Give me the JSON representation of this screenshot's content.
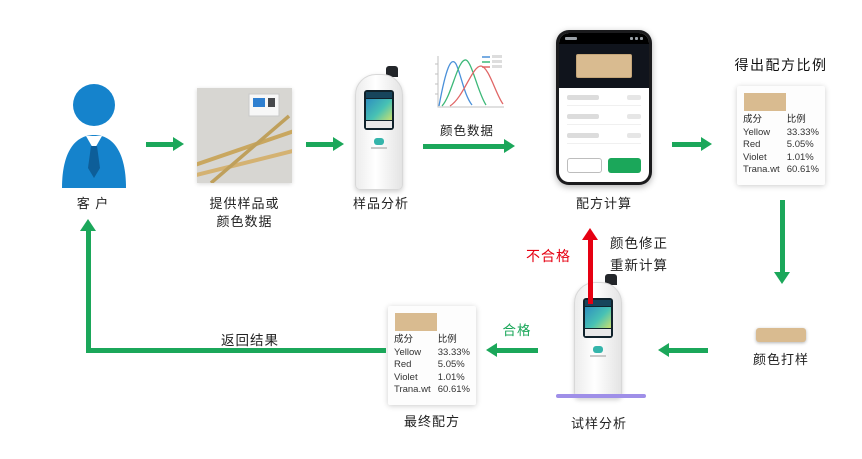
{
  "colors": {
    "arrow_green": "#1ba75a",
    "fail_red": "#e60012",
    "person_blue": "#1583cc",
    "swatch_tan": "#d9bb90",
    "retest_base_purple": "#9f8fe8"
  },
  "nodes": {
    "customer": "客 户",
    "sample_line1": "提供样品或",
    "sample_line2": "颜色数据",
    "sample_analysis": "样品分析",
    "color_data": "颜色数据",
    "formula_calc": "配方计算",
    "result_title": "得出配方比例",
    "color_proof": "颜色打样",
    "retest_analysis": "试样分析",
    "final_formula": "最终配方",
    "return_result": "返回结果"
  },
  "flow": {
    "fail": "不合格",
    "pass": "合格",
    "revise_line1": "颜色修正",
    "revise_line2": "重新计算"
  },
  "formula_table": {
    "headers": [
      "成分",
      "比例"
    ],
    "rows": [
      [
        "Yellow",
        "33.33%"
      ],
      [
        "Red",
        "5.05%"
      ],
      [
        "Violet",
        "1.01%"
      ],
      [
        "Trana.wt",
        "60.61%"
      ]
    ]
  },
  "spectral_chart": {
    "type": "line",
    "series_colors": [
      "#4a90d9",
      "#3cb878",
      "#e06666"
    ],
    "label": "颜色数据"
  }
}
